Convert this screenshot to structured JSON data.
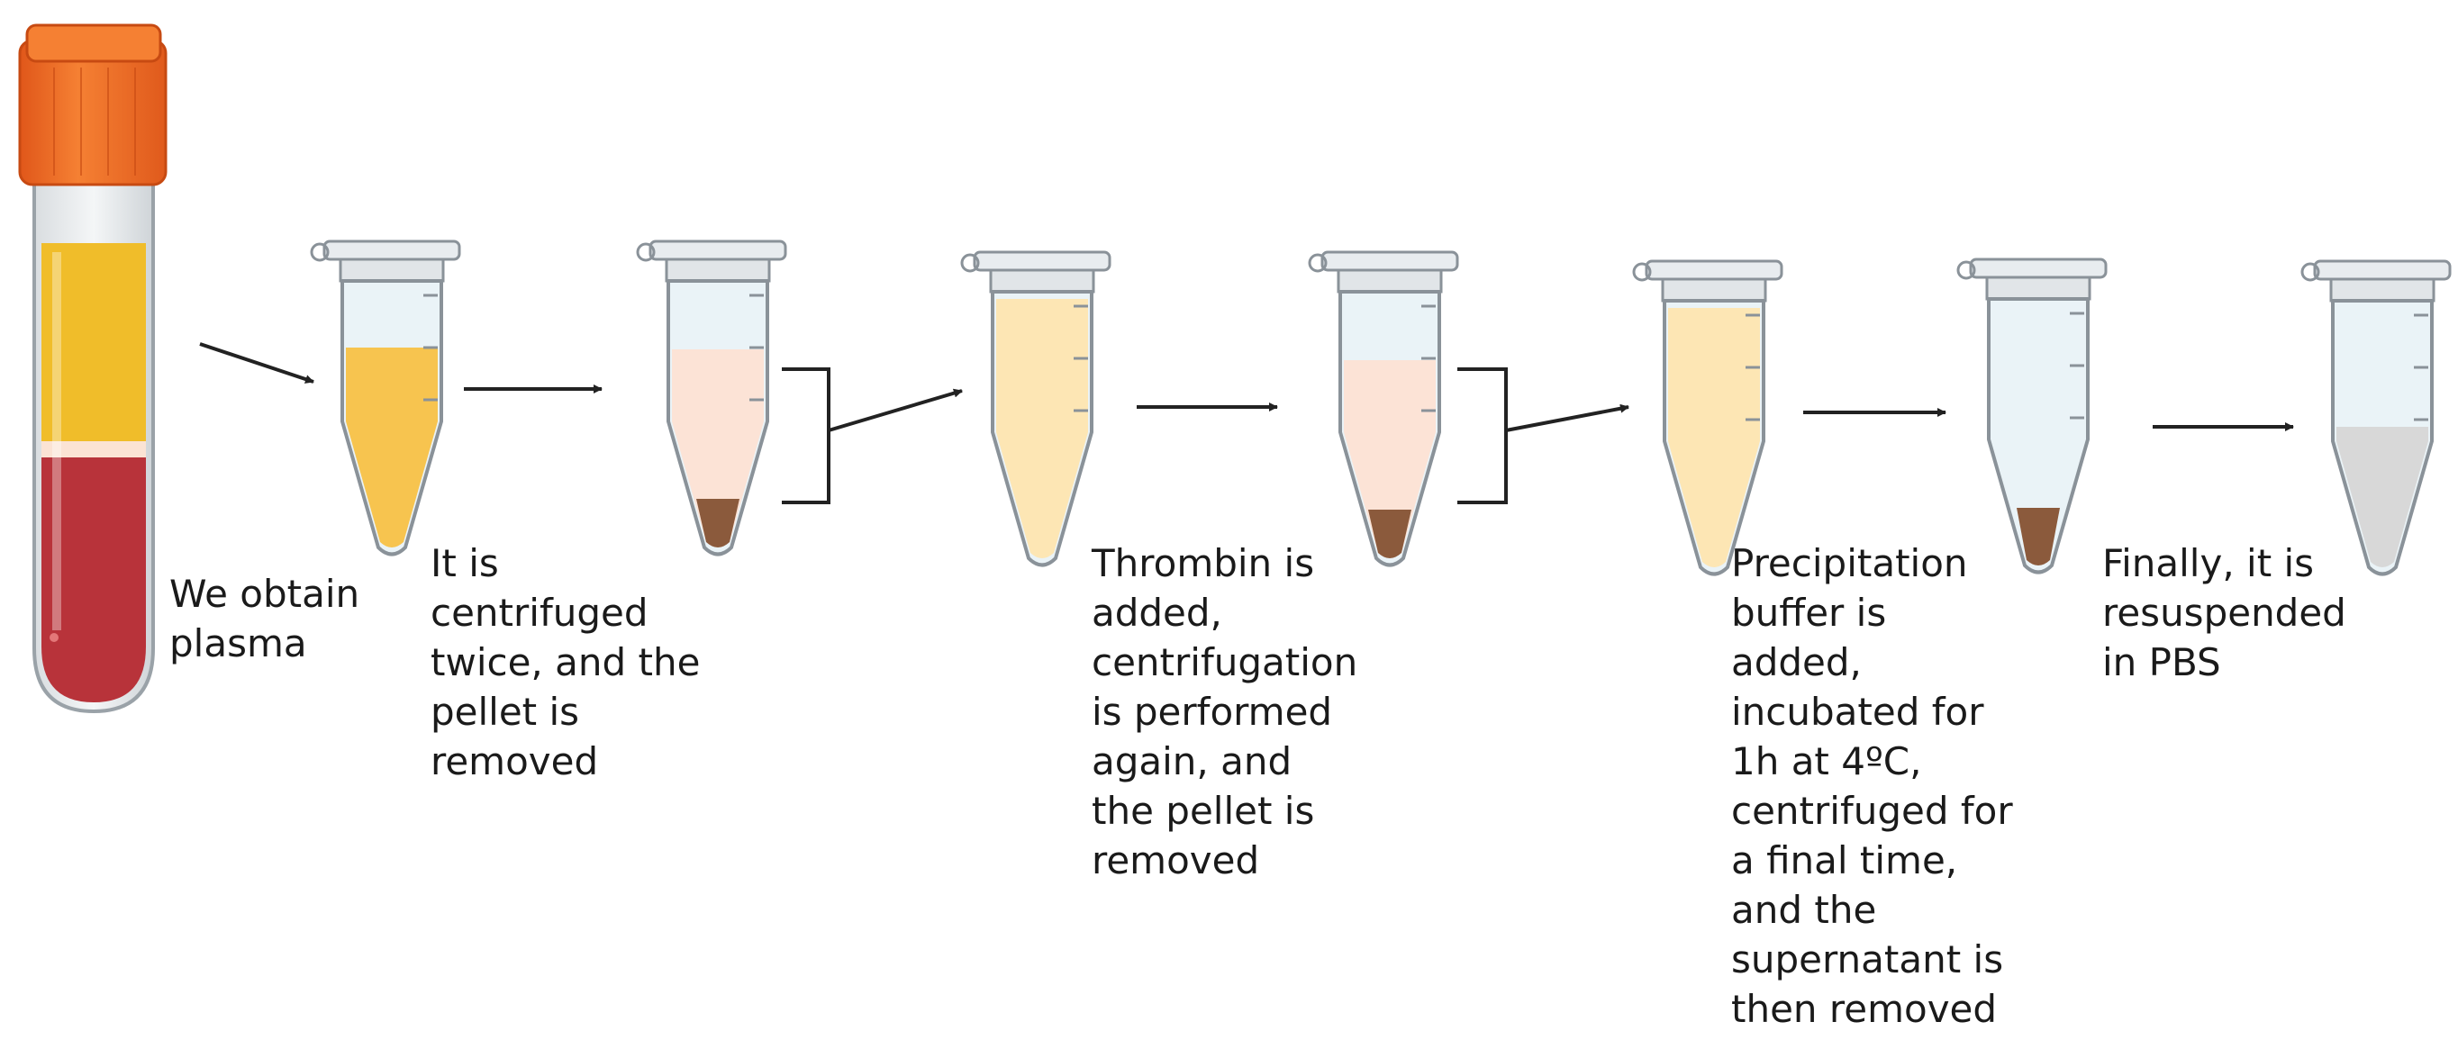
{
  "steps": [
    {
      "id": "plasma",
      "label": "We obtain\nplasma",
      "icon": "blood-tube-icon"
    },
    {
      "id": "centrifuge-twice",
      "label": "It is\ncentrifuged\ntwice, and the\npellet is\nremoved",
      "icon": "microtube-icon"
    },
    {
      "id": "thrombin",
      "label": "Thrombin is\nadded,\ncentrifugation\nis performed\nagain, and\nthe pellet is\nremoved",
      "icon": "microtube-icon"
    },
    {
      "id": "precipitation",
      "label": "Precipitation\nbuffer is\nadded,\nincubated for\n1h at 4ºC,\ncentrifuged for\na final time,\nand the\nsupernatant is\nthen removed",
      "icon": "microtube-icon"
    },
    {
      "id": "resuspend",
      "label": "Finally, it is\nresuspended\nin PBS",
      "icon": "microtube-icon"
    }
  ],
  "colors": {
    "cap": "#f36c21",
    "serum": "#f0bd2a",
    "blood": "#b8333a",
    "plasma_liquid": "#f7c44f",
    "pink_liquid": "#fce3d6",
    "yellow_liquid": "#fde6b4",
    "pellet": "#8b5a3c",
    "pbs": "#d8d8d8",
    "arrow": "#222222"
  }
}
